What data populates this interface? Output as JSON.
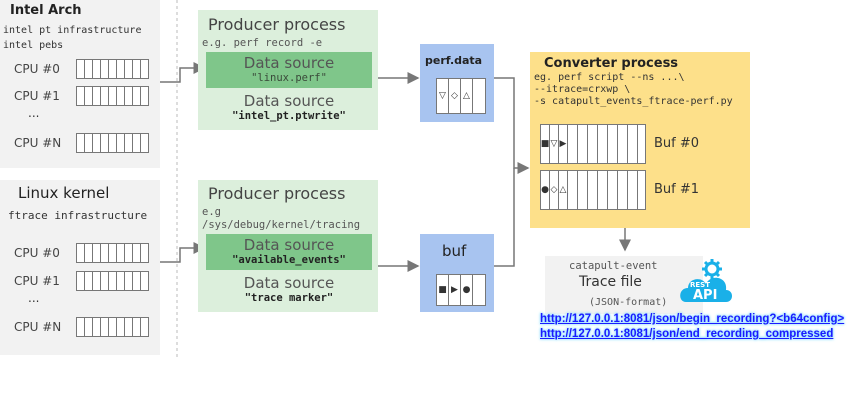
{
  "intel": {
    "title": "Intel Arch",
    "line1": "intel pt infrastructure",
    "line2": "intel pebs",
    "cpus": [
      "CPU #0",
      "CPU #1",
      "CPU #N"
    ],
    "ellipsis": "..."
  },
  "linux": {
    "title": "Linux kernel",
    "subtitle": "ftrace infrastructure",
    "cpus": [
      "CPU #0",
      "CPU #1",
      "CPU #N"
    ],
    "ellipsis": "..."
  },
  "producer1": {
    "title": "Producer process",
    "cmd": "e.g. perf record -e",
    "sources": [
      {
        "title": "Data source",
        "name": "\"linux.perf\""
      },
      {
        "title": "Data source",
        "name": "\"intel_pt.ptwrite\""
      }
    ]
  },
  "producer2": {
    "title": "Producer process",
    "cmd_line1": "e.g",
    "cmd_line2": "/sys/debug/kernel/tracing",
    "sources": [
      {
        "title": "Data source",
        "name": "\"available_events\""
      },
      {
        "title": "Data source",
        "name": "\"trace marker\""
      }
    ]
  },
  "perfdata": {
    "label": "perf.data",
    "glyphs": [
      "▽",
      "◇",
      "△"
    ]
  },
  "bufbox": {
    "label": "buf",
    "glyphs": [
      "■",
      "▶",
      "●"
    ]
  },
  "converter": {
    "title": "Converter process",
    "cmd1": "eg. perf script --ns ...\\",
    "cmd2": "--itrace=crxwp \\",
    "cmd3": "-s catapult_events_ftrace-perf.py",
    "bufs": [
      {
        "label": "Buf #0",
        "glyphs": [
          "■",
          "▽",
          "▶"
        ]
      },
      {
        "label": "Buf #1",
        "glyphs": [
          "●",
          "◇",
          "△"
        ]
      }
    ]
  },
  "trace": {
    "line1": "catapult-event",
    "line2": "Trace file",
    "line3": "(JSON-format)",
    "rest": "REST",
    "api": "API"
  },
  "urls": [
    "http://127.0.0.1:8081/json/begin_recording?<b64config>",
    "http://127.0.0.1:8081/json/end_recording_compressed"
  ],
  "colors": {
    "panel": "#f2f2f2",
    "producer": "#dcefdc",
    "producer_highlight": "#7fc68a",
    "blue": "#a8c4f0",
    "converter": "#fde08a",
    "link": "#1a1aff",
    "rest_icon": "#1ab0e8"
  }
}
